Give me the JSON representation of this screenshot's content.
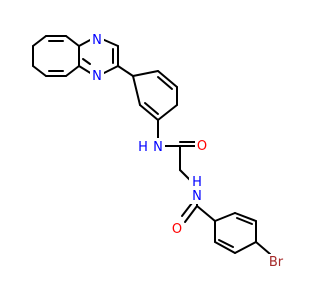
{
  "molecule": {
    "atom_labels": {
      "quinoxaline_n1": "N",
      "quinoxaline_n4": "N",
      "anilide_nh": "N",
      "anilide_h": "H",
      "carbonyl_o_top": "O",
      "amide_nh": "H",
      "amide_n": "N",
      "carbonyl_o_bottom": "O",
      "bromine": "Br"
    },
    "colors": {
      "bond": "#000000",
      "nitrogen": "#0000ff",
      "oxygen": "#ff0000",
      "bromine": "#a52a2a",
      "background": "#ffffff"
    }
  }
}
